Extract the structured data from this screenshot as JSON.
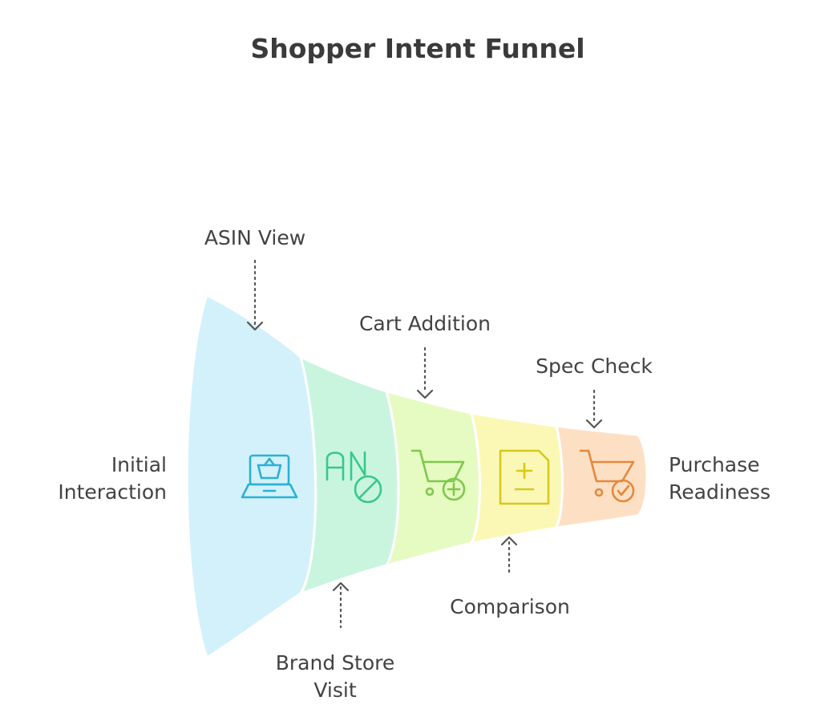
{
  "title": "Shopper Intent Funnel",
  "entry_label": [
    "Initial",
    "Interaction"
  ],
  "exit_label": [
    "Purchase",
    "Readiness"
  ],
  "stages": [
    {
      "label": [
        "ASIN View"
      ],
      "icon": "laptop-basket-icon",
      "fill": "#d3f1fb",
      "stroke": "#2bb1d6"
    },
    {
      "label": [
        "Brand Store",
        "Visit"
      ],
      "icon": "brand-prohibited-icon",
      "fill": "#c9f5df",
      "stroke": "#36c98a"
    },
    {
      "label": [
        "Cart Addition"
      ],
      "icon": "cart-add-icon",
      "fill": "#e6fbc2",
      "stroke": "#7ec94b"
    },
    {
      "label": [
        "Comparison"
      ],
      "icon": "plus-minus-doc-icon",
      "fill": "#fbf8b6",
      "stroke": "#d9c81c"
    },
    {
      "label": [
        "Spec Check"
      ],
      "icon": "cart-check-icon",
      "fill": "#fde0c4",
      "stroke": "#e5893c"
    }
  ]
}
